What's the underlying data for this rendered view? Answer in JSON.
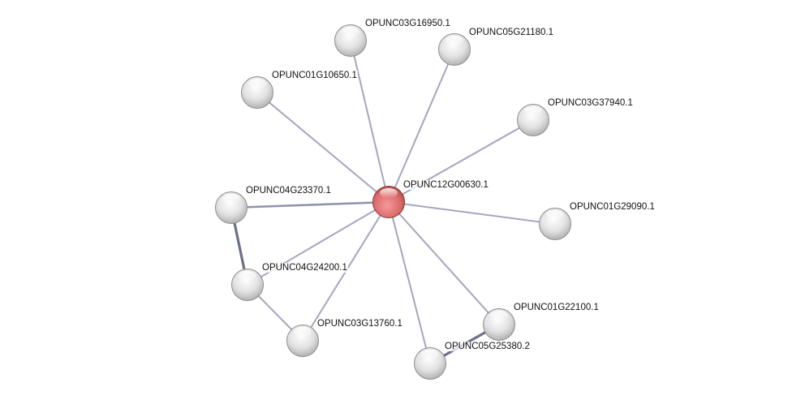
{
  "network": {
    "query_node": "OPUNC12G00630.1",
    "colors": {
      "query": "#e06a6a",
      "neighbor": "#dcdcdc",
      "edge": "#a5a6be",
      "edge_strong": "#6c7088"
    },
    "nodes": [
      {
        "id": "OPUNC12G00630.1",
        "label": "OPUNC12G00630.1",
        "query": true
      },
      {
        "id": "OPUNC03G16950.1",
        "label": "OPUNC03G16950.1"
      },
      {
        "id": "OPUNC05G21180.1",
        "label": "OPUNC05G21180.1"
      },
      {
        "id": "OPUNC01G10650.1",
        "label": "OPUNC01G10650.1"
      },
      {
        "id": "OPUNC03G37940.1",
        "label": "OPUNC03G37940.1"
      },
      {
        "id": "OPUNC04G23370.1",
        "label": "OPUNC04G23370.1"
      },
      {
        "id": "OPUNC01G29090.1",
        "label": "OPUNC01G29090.1"
      },
      {
        "id": "OPUNC04G24200.1",
        "label": "OPUNC04G24200.1"
      },
      {
        "id": "OPUNC03G13760.1",
        "label": "OPUNC03G13760.1"
      },
      {
        "id": "OPUNC01G22100.1",
        "label": "OPUNC01G22100.1"
      },
      {
        "id": "OPUNC05G25380.2",
        "label": "OPUNC05G25380.2"
      }
    ],
    "edges": [
      {
        "source": "OPUNC12G00630.1",
        "target": "OPUNC03G16950.1",
        "strength": "normal"
      },
      {
        "source": "OPUNC12G00630.1",
        "target": "OPUNC05G21180.1",
        "strength": "normal"
      },
      {
        "source": "OPUNC12G00630.1",
        "target": "OPUNC01G10650.1",
        "strength": "normal"
      },
      {
        "source": "OPUNC12G00630.1",
        "target": "OPUNC03G37940.1",
        "strength": "normal"
      },
      {
        "source": "OPUNC12G00630.1",
        "target": "OPUNC04G23370.1",
        "strength": "medium"
      },
      {
        "source": "OPUNC12G00630.1",
        "target": "OPUNC01G29090.1",
        "strength": "normal"
      },
      {
        "source": "OPUNC12G00630.1",
        "target": "OPUNC04G24200.1",
        "strength": "normal"
      },
      {
        "source": "OPUNC12G00630.1",
        "target": "OPUNC03G13760.1",
        "strength": "normal"
      },
      {
        "source": "OPUNC12G00630.1",
        "target": "OPUNC01G22100.1",
        "strength": "normal"
      },
      {
        "source": "OPUNC12G00630.1",
        "target": "OPUNC05G25380.2",
        "strength": "normal"
      },
      {
        "source": "OPUNC04G23370.1",
        "target": "OPUNC04G24200.1",
        "strength": "strong"
      },
      {
        "source": "OPUNC04G24200.1",
        "target": "OPUNC03G13760.1",
        "strength": "normal"
      },
      {
        "source": "OPUNC01G22100.1",
        "target": "OPUNC05G25380.2",
        "strength": "strong"
      }
    ]
  }
}
